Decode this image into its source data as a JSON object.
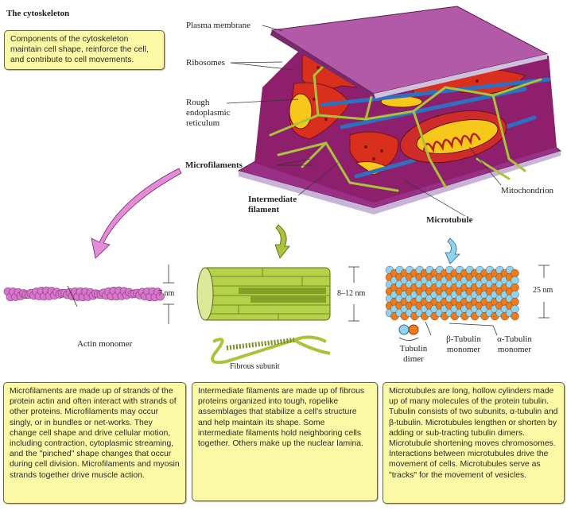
{
  "title": "The cytoskeleton",
  "intro_box": "Components of the cytoskeleton maintain cell shape, reinforce the cell, and contribute to cell movements.",
  "cell_labels": {
    "plasma_membrane": "Plasma membrane",
    "ribosomes": "Ribosomes",
    "rough_er": "Rough endoplasmic reticulum",
    "microfilaments": "Microfilaments",
    "intermediate_filament": "Intermediate filament",
    "mitochondrion": "Mitochondrion",
    "microtubule": "Microtubule"
  },
  "microfilament_panel": {
    "dimension": "7 nm",
    "monomer_label": "Actin monomer",
    "description": "Microfilaments are made up of strands of the protein actin and often interact with strands of other proteins. Microfilaments may occur singly, or in bundles or net-works. They change cell shape and drive cellular motion, including contraction, cytoplasmic streaming, and the \"pinched\" shape changes that occur during cell division. Microfilaments and myosin strands together drive muscle action."
  },
  "intermediate_panel": {
    "dimension": "8–12 nm",
    "subunit_label": "Fibrous subunit",
    "description": "Intermediate filaments are made up of fibrous proteins organized into tough, ropelike assemblages that stabilize a cell's structure and help maintain its shape. Some intermediate filaments hold neighboring cells together. Others make up the nuclear lamina."
  },
  "microtubule_panel": {
    "dimension": "25 nm",
    "dimer_label": "Tubulin dimer",
    "beta_label": "β-Tubulin monomer",
    "alpha_label": "α-Tubulin monomer",
    "beta_symbol": "β",
    "alpha_symbol": "α",
    "description": "Microtubules are long, hollow cylinders made up of many molecules of the protein tubulin. Tubulin consists of two subunits, α-tubulin and β-tubulin. Microtubules lengthen or shorten by adding or sub-tracting tubulin dimers. Microtubule shortening moves chromosomes. Interactions between microtubules drive the movement of cells. Microtubules serve as \"tracks\" for the movement of vesicles."
  },
  "colors": {
    "box_fill": "#fbf9a6",
    "membrane": "#a8479c",
    "actin": "#d677c9",
    "intermediate": "#a9c43a",
    "tubulin_alpha": "#f07a1a",
    "tubulin_beta": "#8fd3ee",
    "er_red": "#d9301e",
    "microtubule_blue": "#2f6fc0"
  }
}
